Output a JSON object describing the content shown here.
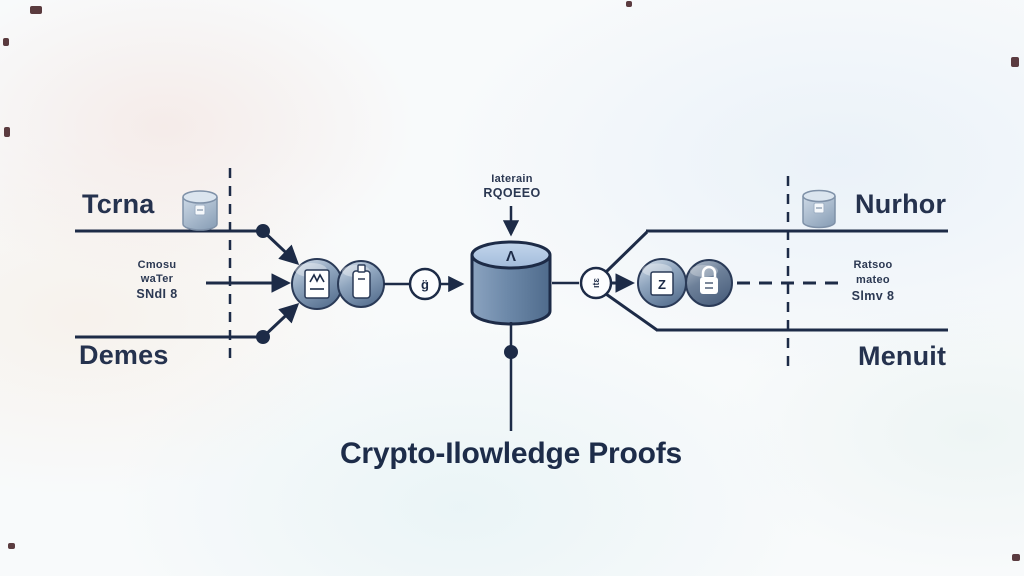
{
  "title": "Crypto-Ilowledge Proofs",
  "labels": {
    "left_top": "Tcrna",
    "left_bottom": "Demes",
    "right_top": "Nurhor",
    "right_bottom": "Menuit"
  },
  "notes": {
    "left": [
      "Cmosu",
      "waTer",
      "SNdI 8"
    ],
    "right": [
      "Ratsoo",
      "mateo",
      "Slmv 8"
    ],
    "center_top": [
      "Iaterain",
      "RQOEEO"
    ]
  },
  "glyphs": {
    "cylinder_top": "Λ",
    "stage_circle_left": "g̈",
    "stage_circle_right": "ıtɛ",
    "module_letter": "Z"
  },
  "icons": {
    "left_label_icon": "database-canister-icon",
    "right_label_icon": "database-canister-icon",
    "node_1": "document-icon",
    "node_2": "scroll-icon",
    "node_3": "letter-card-icon",
    "node_4": "lock-icon",
    "center": "database-cylinder"
  },
  "colors": {
    "line": "#1d2b47",
    "label_text": "#25324e",
    "title_text": "#1d2c49",
    "node_steel": "#7d93af",
    "node_dark": "#66798f",
    "cylinder_top": "#b3c9e3",
    "cylinder_body": "#5d7897",
    "background": "#f8fafb"
  }
}
